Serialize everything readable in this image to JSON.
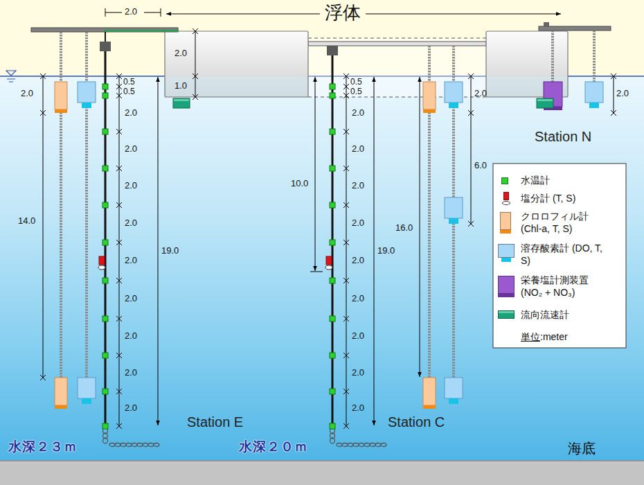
{
  "diagram": {
    "labels": [
      "浮体",
      "2.0",
      "2.0",
      "1.0",
      "2.0",
      "14.0",
      "0.5",
      "0.5",
      "2.0",
      "2.0",
      "2.0",
      "2.0",
      "2.0",
      "2.0",
      "2.0",
      "2.0",
      "2.0",
      "19.0",
      "Station E",
      "0.5",
      "0.5",
      "2.0",
      "2.0",
      "2.0",
      "2.0",
      "2.0",
      "2.0",
      "2.0",
      "2.0",
      "2.0",
      "10.0",
      "19.0",
      "2.0",
      "6.0",
      "16.0",
      "Station C",
      "2.0",
      "Station N",
      "単位",
      ":meter",
      "水深２３ｍ",
      "水深２０ｍ",
      "海底"
    ],
    "legend": [
      {
        "text": "水温計",
        "color": "#2fd12f"
      },
      {
        "text": "塩分計 (T, S)",
        "color": "#e0141a"
      },
      {
        "text": "クロロフィル計 (Chl-a, T, S)",
        "color": "#fbc99a"
      },
      {
        "text": "溶存酸素計 (DO, T, S)",
        "color": "#a8d8f7"
      },
      {
        "text": "栄養塩計測装置 (NO₂ + NO₃)",
        "color": "#9b59d0"
      },
      {
        "text": "流向流速計",
        "color": "#1aa37a"
      }
    ]
  }
}
